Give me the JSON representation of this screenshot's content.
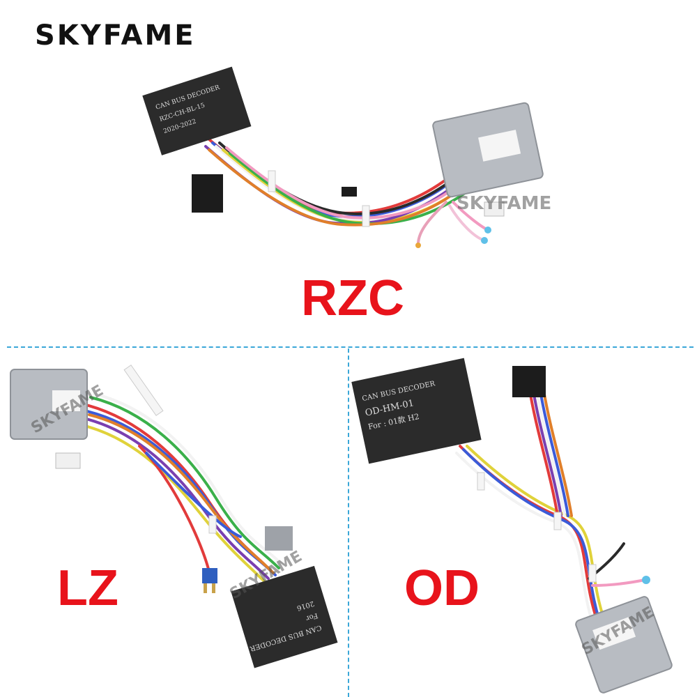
{
  "brand": {
    "logo_text": "SKYFAME",
    "watermark_text": "SKYFAME"
  },
  "panels": [
    {
      "id": "rzc",
      "label": "RZC",
      "decoder_lines": [
        "CAN BUS DECODER",
        "RZC-CH-BL-15",
        "2020-2022"
      ]
    },
    {
      "id": "lz",
      "label": "LZ",
      "decoder_lines": [
        "CAN BUS DECODER",
        "For",
        "2016"
      ]
    },
    {
      "id": "od",
      "label": "OD",
      "decoder_lines": [
        "CAN BUS DECODER",
        "OD-HM-01",
        "For : 01款 H2"
      ]
    }
  ],
  "colors": {
    "label_red": "#e8131b",
    "divider_blue": "#3aa7d8",
    "decoder_box": "#2b2b2b",
    "connector_gray": "#b8bcc2"
  }
}
